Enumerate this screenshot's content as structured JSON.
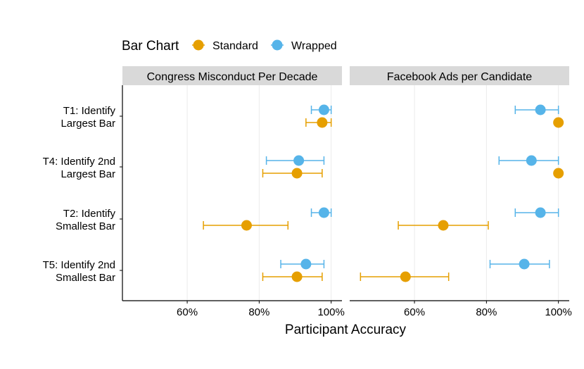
{
  "chart_data": {
    "type": "dot-errorbar",
    "legend": {
      "title": "Bar Chart",
      "position": "top-left",
      "entries": [
        {
          "name": "Standard",
          "color": "#E69F00"
        },
        {
          "name": "Wrapped",
          "color": "#56B4E9"
        }
      ]
    },
    "xlabel": "Participant Accuracy",
    "xlim": [
      0.42,
      1.03
    ],
    "xticks": [
      0.6,
      0.8,
      1.0
    ],
    "xtick_labels": [
      "60%",
      "80%",
      "100%"
    ],
    "grid": "vertical",
    "categories": [
      {
        "line1": "T1: Identify",
        "line2": "Largest Bar"
      },
      {
        "line1": "T4: Identify 2nd",
        "line2": "Largest Bar"
      },
      {
        "line1": "T2: Identify",
        "line2": "Smallest Bar"
      },
      {
        "line1": "T5: Identify 2nd",
        "line2": "Smallest Bar"
      }
    ],
    "panels": [
      {
        "title": "Congress Misconduct Per Decade",
        "series": [
          {
            "name": "Wrapped",
            "points": [
              {
                "mean": 0.98,
                "lo": 0.945,
                "hi": 1.0
              },
              {
                "mean": 0.91,
                "lo": 0.82,
                "hi": 0.98
              },
              {
                "mean": 0.98,
                "lo": 0.945,
                "hi": 1.0
              },
              {
                "mean": 0.93,
                "lo": 0.86,
                "hi": 0.98
              }
            ]
          },
          {
            "name": "Standard",
            "points": [
              {
                "mean": 0.975,
                "lo": 0.93,
                "hi": 1.0
              },
              {
                "mean": 0.905,
                "lo": 0.81,
                "hi": 0.975
              },
              {
                "mean": 0.765,
                "lo": 0.645,
                "hi": 0.88
              },
              {
                "mean": 0.905,
                "lo": 0.81,
                "hi": 0.975
              }
            ]
          }
        ]
      },
      {
        "title": "Facebook Ads per Candidate",
        "series": [
          {
            "name": "Wrapped",
            "points": [
              {
                "mean": 0.95,
                "lo": 0.88,
                "hi": 1.0
              },
              {
                "mean": 0.925,
                "lo": 0.835,
                "hi": 1.0
              },
              {
                "mean": 0.95,
                "lo": 0.88,
                "hi": 1.0
              },
              {
                "mean": 0.905,
                "lo": 0.81,
                "hi": 0.975
              }
            ]
          },
          {
            "name": "Standard",
            "points": [
              {
                "mean": 1.0,
                "lo": 1.0,
                "hi": 1.0
              },
              {
                "mean": 1.0,
                "lo": 1.0,
                "hi": 1.0
              },
              {
                "mean": 0.68,
                "lo": 0.555,
                "hi": 0.805
              },
              {
                "mean": 0.575,
                "lo": 0.45,
                "hi": 0.695
              }
            ]
          }
        ]
      }
    ]
  }
}
